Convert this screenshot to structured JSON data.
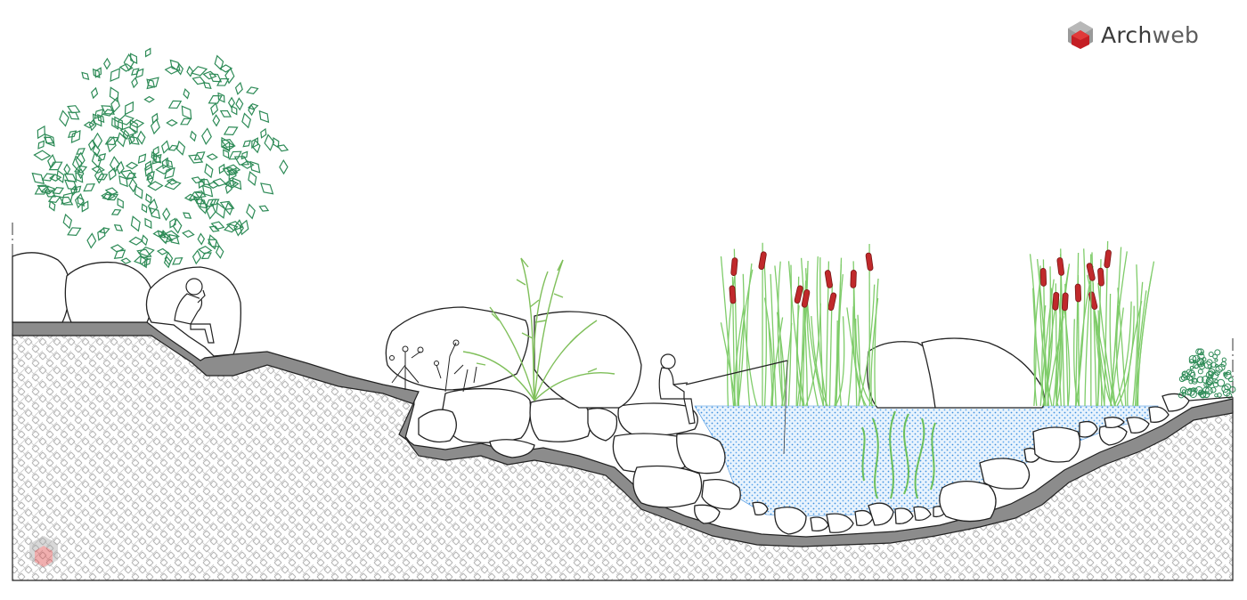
{
  "brand": {
    "name_part1": "Arch",
    "name_part2": "web",
    "logo_icon": "archweb-cube-logo",
    "watermark_icon": "archweb-cube-watermark"
  },
  "colors": {
    "water": "#4f9fe6",
    "foliage": "#2e8b57",
    "reeds": "#7fcc6a",
    "cattail": "#c0292b",
    "liner": "#8a8a8a",
    "ground_hatch": "#bdbdbd",
    "outline": "#222222"
  }
}
